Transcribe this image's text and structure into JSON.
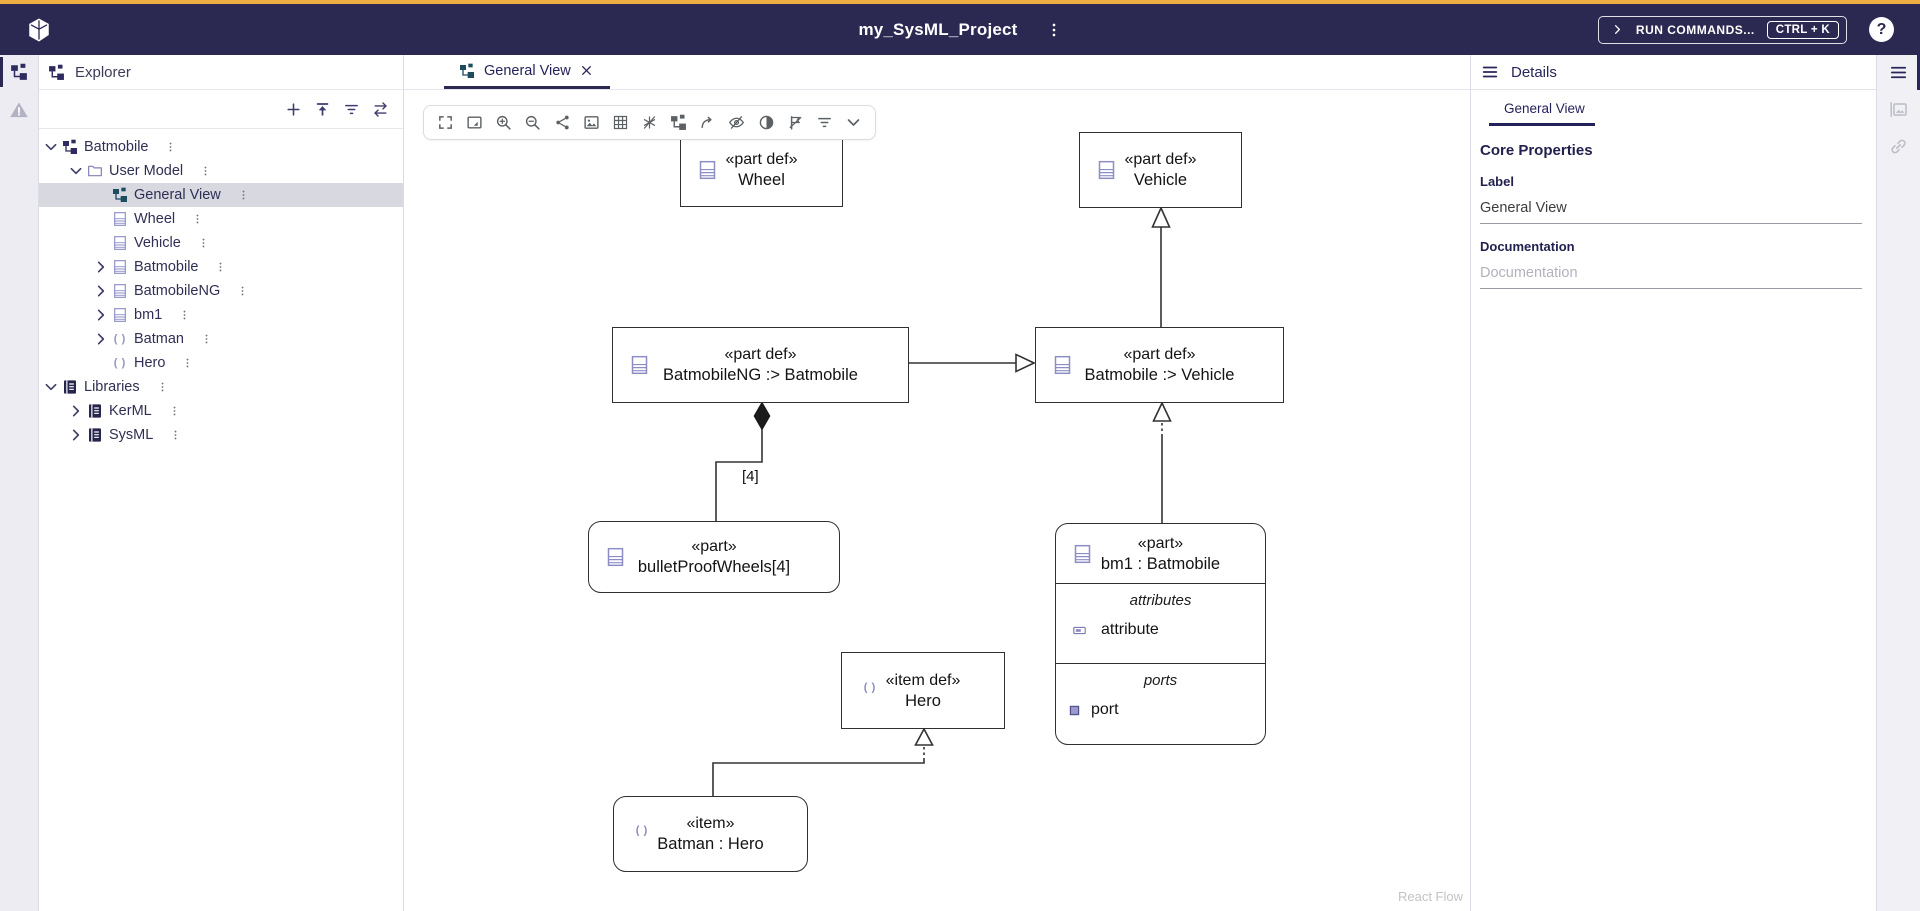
{
  "topbar": {
    "title": "my_SysML_Project",
    "run_commands_label": "RUN COMMANDS...",
    "shortcut": "CTRL + K",
    "help_glyph": "?",
    "colors": {
      "accent": "#eeac44",
      "bar": "#2b2852"
    }
  },
  "left_rail": {
    "items": [
      {
        "icon": "tree-icon",
        "active": true
      },
      {
        "icon": "warning-icon",
        "active": false
      }
    ]
  },
  "explorer": {
    "title": "Explorer",
    "toolbar_icons": [
      "plus",
      "upload",
      "filter",
      "swap"
    ],
    "tree": [
      {
        "label": "Batmobile",
        "icon": "project",
        "chevron": "down",
        "indent": 0
      },
      {
        "label": "User Model",
        "icon": "folder",
        "chevron": "down",
        "indent": 1
      },
      {
        "label": "General View",
        "icon": "diagram",
        "chevron": "none",
        "indent": 2,
        "selected": true
      },
      {
        "label": "Wheel",
        "icon": "part",
        "chevron": "none",
        "indent": 2
      },
      {
        "label": "Vehicle",
        "icon": "part",
        "chevron": "none",
        "indent": 2
      },
      {
        "label": "Batmobile",
        "icon": "part",
        "chevron": "right",
        "indent": 2
      },
      {
        "label": "BatmobileNG",
        "icon": "part",
        "chevron": "right",
        "indent": 2
      },
      {
        "label": "bm1",
        "icon": "part",
        "chevron": "right",
        "indent": 2
      },
      {
        "label": "Batman",
        "icon": "item",
        "chevron": "right",
        "indent": 2
      },
      {
        "label": "Hero",
        "icon": "item",
        "chevron": "none",
        "indent": 2
      },
      {
        "label": "Libraries",
        "icon": "library",
        "chevron": "down",
        "indent": 0
      },
      {
        "label": "KerML",
        "icon": "library",
        "chevron": "right",
        "indent": 1
      },
      {
        "label": "SysML",
        "icon": "library",
        "chevron": "right",
        "indent": 1
      }
    ]
  },
  "editor": {
    "tab": {
      "label": "General View",
      "icon": "diagram"
    },
    "toolbar_icons": [
      "fullscreen",
      "fit-view",
      "zoom-in",
      "zoom-out",
      "share",
      "image",
      "grid",
      "snap-off",
      "hierarchy",
      "curve-arrow",
      "eye-off",
      "contrast",
      "flag-off",
      "filter-rows",
      "chevron-down"
    ],
    "attribution": "React Flow"
  },
  "diagram": {
    "nodes": [
      {
        "stereotype": "«part def»",
        "name": "Wheel"
      },
      {
        "stereotype": "«part def»",
        "name": "Vehicle"
      },
      {
        "stereotype": "«part def»",
        "name": "BatmobileNG :> Batmobile"
      },
      {
        "stereotype": "«part def»",
        "name": "Batmobile :> Vehicle"
      },
      {
        "stereotype": "«part»",
        "name": "bulletProofWheels[4]"
      },
      {
        "stereotype": "«part»",
        "name": "bm1 : Batmobile",
        "compartments": [
          {
            "title": "attributes",
            "items": [
              {
                "label": "attribute",
                "icon": "attribute"
              }
            ]
          },
          {
            "title": "ports",
            "items": [
              {
                "label": "port",
                "icon": "port"
              }
            ]
          }
        ]
      },
      {
        "stereotype": "«item def»",
        "name": "Hero"
      },
      {
        "stereotype": "«item»",
        "name": "Batman : Hero"
      }
    ],
    "edges": [
      {
        "source": "Batmobile :> Vehicle",
        "target": "Vehicle",
        "type": "generalization",
        "label": ""
      },
      {
        "source": "BatmobileNG :> Batmobile",
        "target": "Batmobile :> Vehicle",
        "type": "specialization",
        "label": ""
      },
      {
        "source": "BatmobileNG :> Batmobile",
        "target": "bulletProofWheels[4]",
        "type": "composition",
        "label": "[4]"
      },
      {
        "source": "bm1 : Batmobile",
        "target": "Batmobile :> Vehicle",
        "type": "defined-by",
        "label": ""
      },
      {
        "source": "Batman : Hero",
        "target": "Hero",
        "type": "defined-by",
        "label": ""
      }
    ]
  },
  "details": {
    "title": "Details",
    "tab_label": "General View",
    "core_section": "Core Properties",
    "label_field": {
      "label": "Label",
      "value": "General View"
    },
    "doc_field": {
      "label": "Documentation",
      "placeholder": "Documentation"
    }
  },
  "right_rail": {
    "icons": [
      "menu",
      "representations",
      "related-elements"
    ]
  }
}
